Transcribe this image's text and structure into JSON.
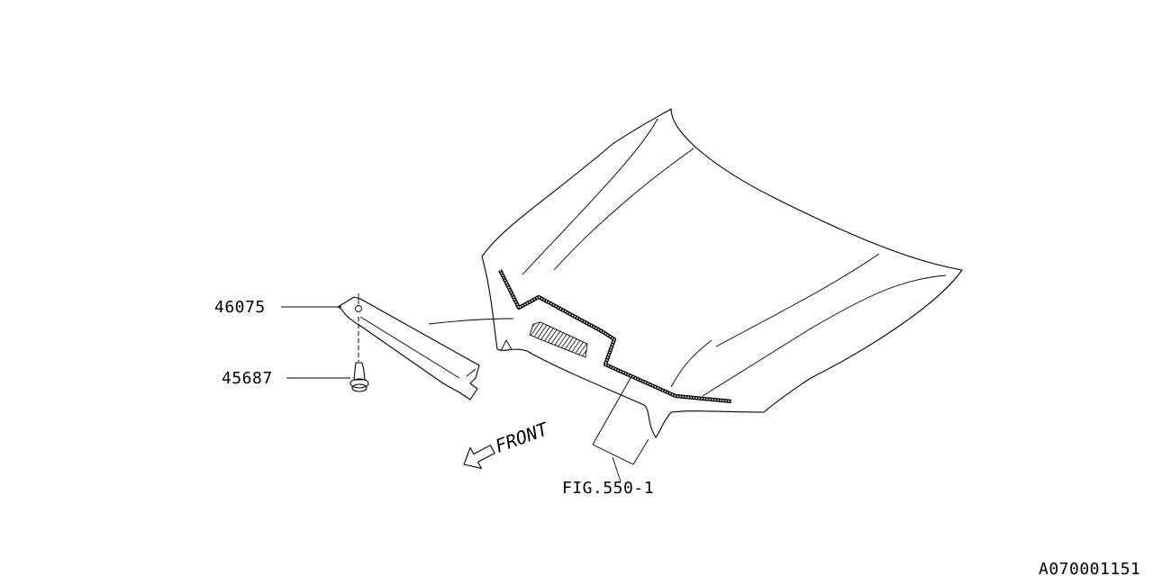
{
  "parts": {
    "weatherstrip": {
      "number": "46075"
    },
    "clip": {
      "number": "45687"
    },
    "hood_reference": {
      "label": "FIG.550-1"
    }
  },
  "direction": {
    "label": "FRONT"
  },
  "diagram_id": "A070001151"
}
